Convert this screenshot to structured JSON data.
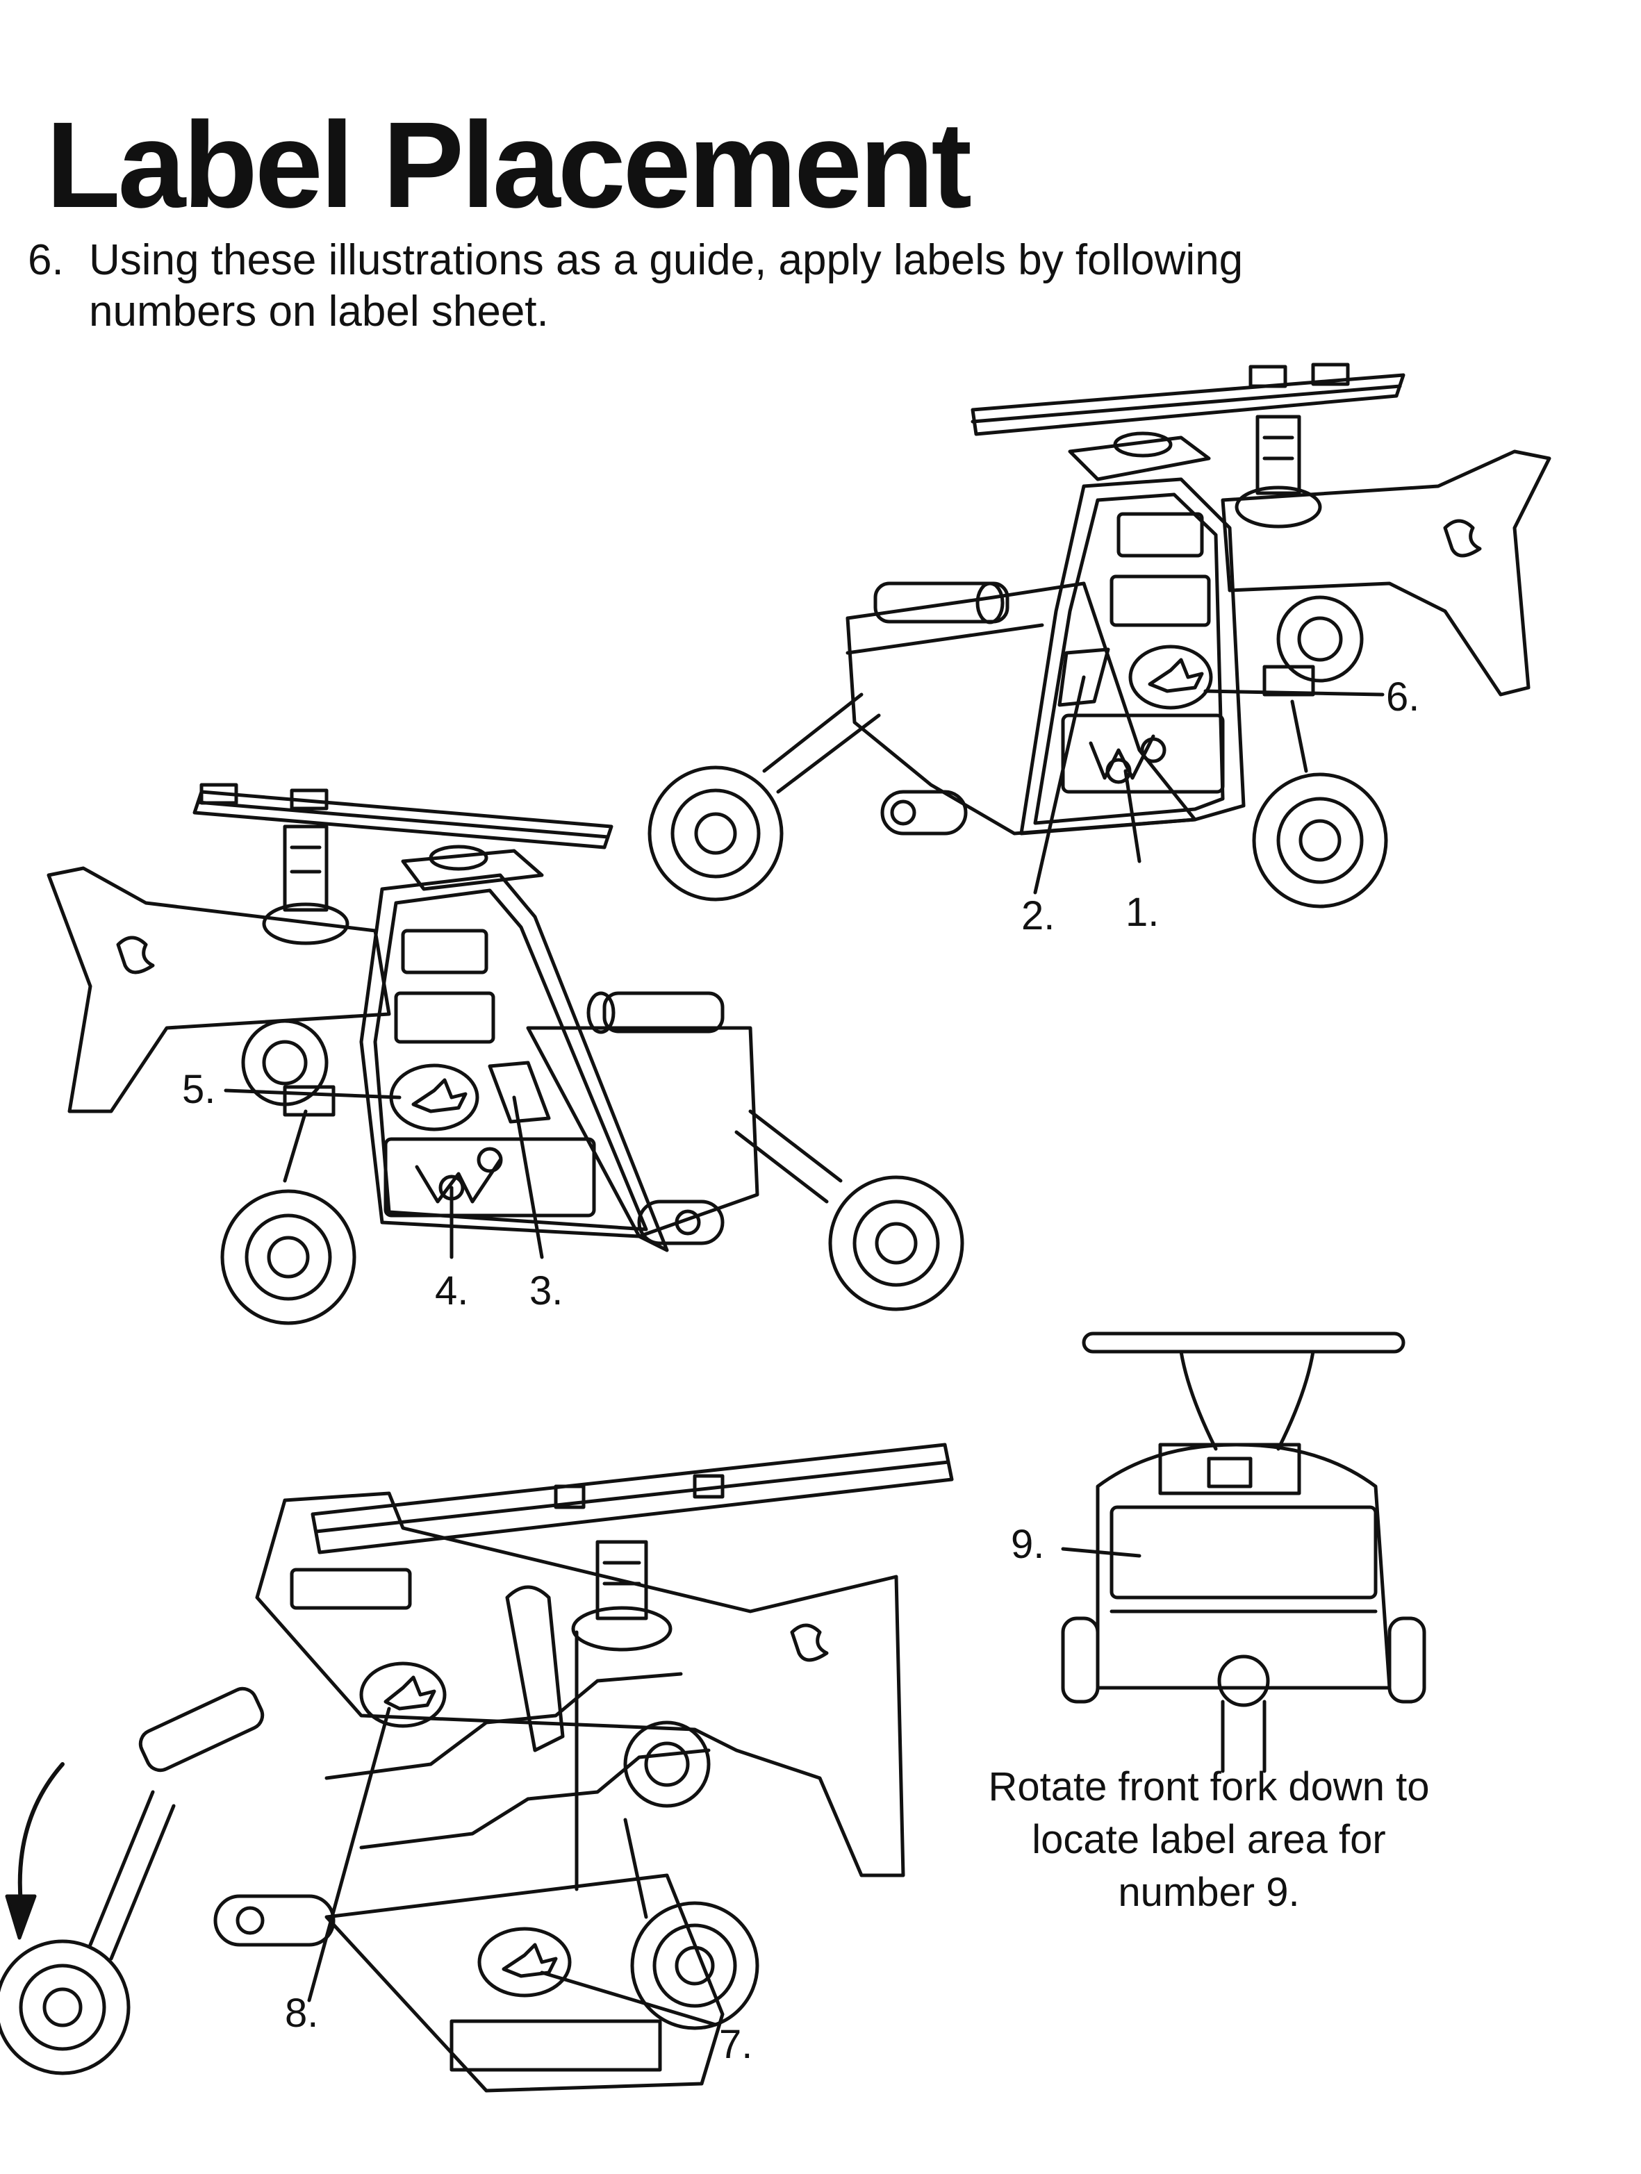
{
  "page": {
    "title": "Label Placement",
    "step": {
      "number": "6.",
      "text_line1": "Using these illustrations as a guide, apply labels by following",
      "text_line2": "numbers on label sheet."
    },
    "callouts": [
      "1.",
      "2.",
      "3.",
      "4.",
      "5.",
      "6.",
      "7.",
      "8.",
      "9."
    ],
    "note": {
      "line1": "Rotate front fork down to",
      "line2": "locate label area for",
      "line3": "number 9."
    },
    "colors": {
      "ink": "#111111",
      "paper": "#ffffff"
    }
  }
}
